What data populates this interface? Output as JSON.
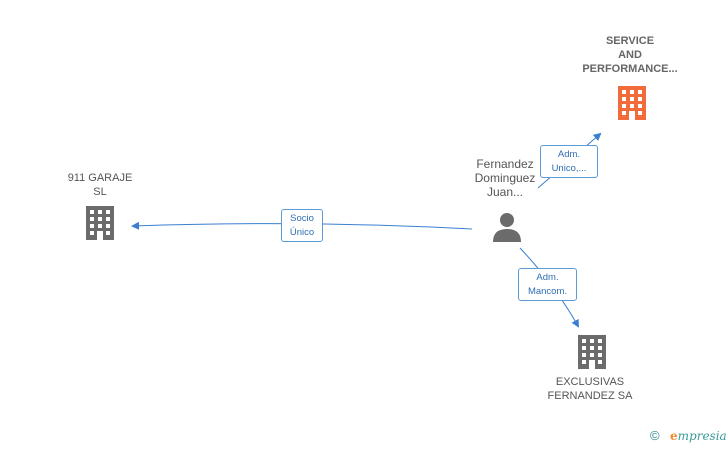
{
  "nodes": {
    "service": {
      "label_lines": [
        "SERVICE",
        "AND",
        "PERFORMANCE..."
      ],
      "color": "#f26b3a"
    },
    "garaje": {
      "label_lines": [
        "911 GARAJE",
        "SL"
      ],
      "color": "#6b6b6b"
    },
    "person": {
      "label_lines": [
        "Fernandez",
        "Dominguez",
        "Juan..."
      ],
      "color": "#6b6b6b"
    },
    "exclusivas": {
      "label_lines": [
        "EXCLUSIVAS",
        "FERNANDEZ SA"
      ],
      "color": "#6b6b6b"
    }
  },
  "edges": {
    "adm_unico": {
      "lines": [
        "Adm.",
        "Unico,..."
      ]
    },
    "socio_unico": {
      "lines": [
        "Socio",
        "Único"
      ]
    },
    "adm_mancom": {
      "lines": [
        "Adm.",
        "Mancom."
      ]
    }
  },
  "edge_color": "#3a7fd0",
  "footer": {
    "copyright": "©",
    "brand_first": "e",
    "brand_rest": "mpresia"
  }
}
